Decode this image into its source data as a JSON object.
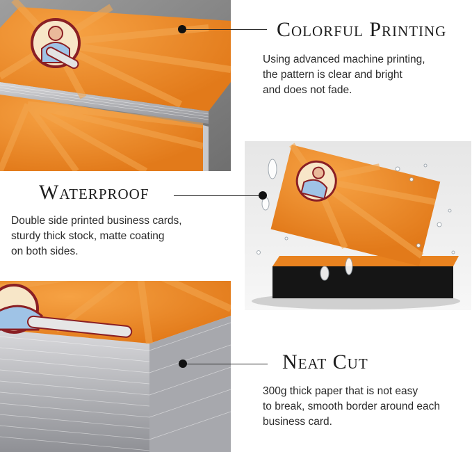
{
  "sections": [
    {
      "heading": "Colorful Printing",
      "lines": [
        "Using advanced machine printing,",
        "the pattern is clear and bright",
        "and does not fade."
      ]
    },
    {
      "heading": "Waterproof",
      "lines": [
        "Double side printed business cards,",
        "sturdy thick stock, matte coating",
        "on both sides."
      ]
    },
    {
      "heading": "Neat Cut",
      "lines": [
        "300g thick paper that is not easy",
        "to break, smooth border around each",
        "business card."
      ]
    }
  ],
  "colors": {
    "card_orange": "#e8821f",
    "card_ray": "#f3a750",
    "text": "#2a2a2a",
    "background": "#ffffff"
  }
}
